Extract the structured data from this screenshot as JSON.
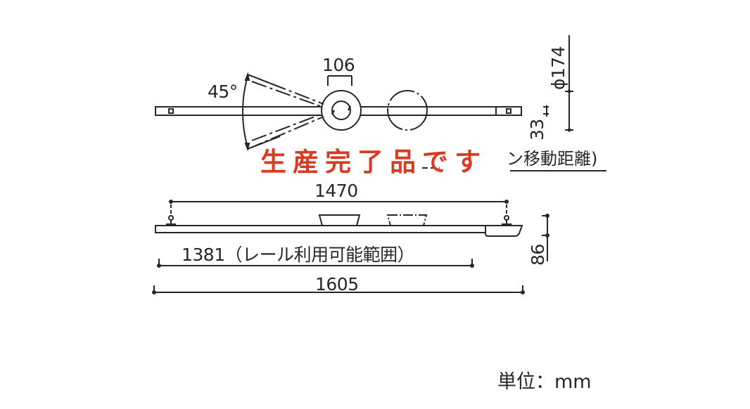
{
  "diagram": {
    "title": "Track rail lighting dimension drawing",
    "top_view": {
      "angle_label": "45°",
      "head_width_label": "106",
      "diameter_label": "ϕ174",
      "rail_height_label": "33",
      "hidden_text_fragment": "ン移動距離)"
    },
    "side_view": {
      "mount_span_label": "1470",
      "usable_range_label": "1381（レール利用可能範囲）",
      "total_length_label": "1605",
      "height_label": "86"
    },
    "overlay_notice": {
      "text": "生産完了品です",
      "color": "#d83a22"
    },
    "unit_label": "単位：mm",
    "colors": {
      "line": "#2a2624",
      "background": "#ffffff",
      "notice": "#d83a22"
    }
  }
}
